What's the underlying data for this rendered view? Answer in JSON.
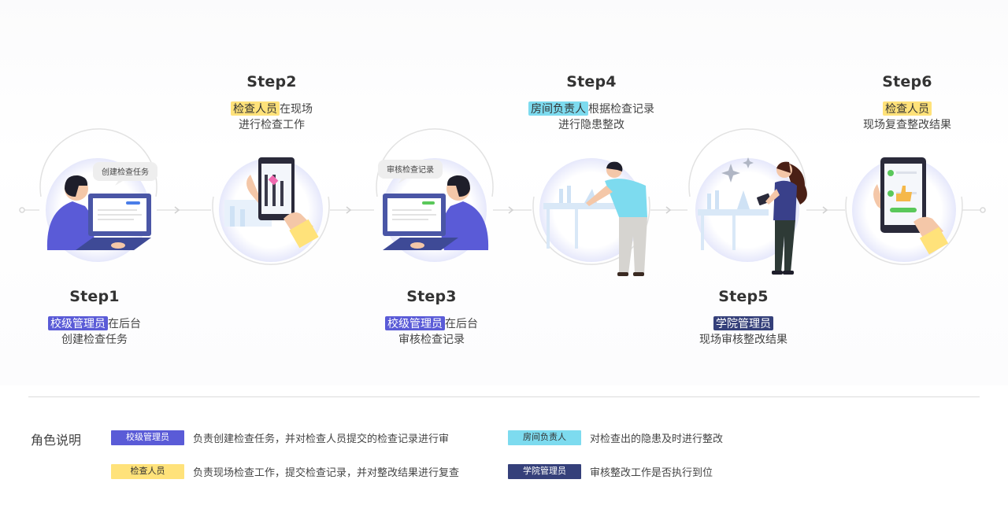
{
  "steps": [
    {
      "title": "Step1",
      "role": "校级管理员",
      "role_color": "#5a5bd7",
      "line1_rest": "在后台",
      "line2": "创建检查任务",
      "bubble": "创建检查任务"
    },
    {
      "title": "Step2",
      "role": "检查人员",
      "role_color": "#ffe27a",
      "line1_rest": "在现场",
      "line2": "进行检查工作"
    },
    {
      "title": "Step3",
      "role": "校级管理员",
      "role_color": "#5a5bd7",
      "line1_rest": "在后台",
      "line2": "审核检查记录",
      "bubble": "审核检查记录"
    },
    {
      "title": "Step4",
      "role": "房间负责人",
      "role_color": "#7ddbef",
      "line1_rest": "根据检查记录",
      "line2": "进行隐患整改"
    },
    {
      "title": "Step5",
      "role": "学院管理员",
      "role_color": "#35407a",
      "line1_rest": "",
      "line2": "现场审核整改结果"
    },
    {
      "title": "Step6",
      "role": "检查人员",
      "role_color": "#ffe27a",
      "line1_rest": "",
      "line2": "现场复查整改结果"
    }
  ],
  "legend": {
    "title": "角色说明",
    "items": [
      {
        "role": "校级管理员",
        "color": "#5a5bd7",
        "desc": "负责创建检查任务，并对检查人员提交的检查记录进行审"
      },
      {
        "role": "房间负责人",
        "color": "#7ddbef",
        "desc": "对检查出的隐患及时进行整改"
      },
      {
        "role": "检查人员",
        "color": "#ffe27a",
        "desc": "负责现场检查工作，提交检查记录，并对整改结果进行复查"
      },
      {
        "role": "学院管理员",
        "color": "#35407a",
        "desc": "审核整改工作是否执行到位"
      }
    ]
  },
  "icons": [
    "computer-user-icon",
    "phone-scan-icon",
    "computer-review-icon",
    "rectify-worker-icon",
    "inspector-tablet-icon",
    "phone-approve-icon"
  ]
}
